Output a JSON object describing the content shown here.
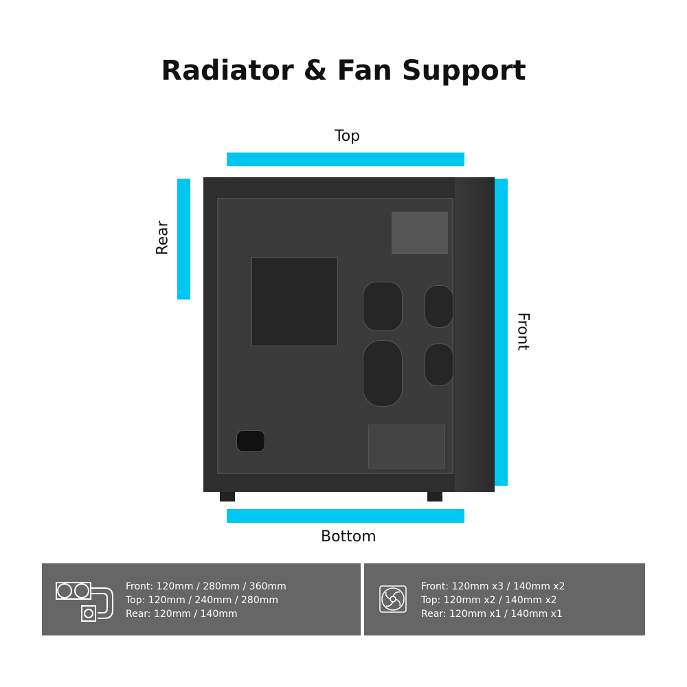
{
  "title": "Radiator & Fan Support",
  "labels": {
    "top": "Top",
    "bottom": "Bottom",
    "rear": "Rear",
    "front": "Front"
  },
  "accent_color": "#00c6f2",
  "radiator_panel": {
    "icon": "aio-radiator-icon",
    "lines": [
      "Front: 120mm / 280mm / 360mm",
      "Top: 120mm / 240mm / 280mm",
      "Rear: 120mm / 140mm"
    ]
  },
  "fan_panel": {
    "icon": "fan-icon",
    "lines": [
      "Front: 120mm x3 / 140mm x2",
      "Top: 120mm x2 / 140mm x2",
      "Rear: 120mm x1 / 140mm x1"
    ]
  }
}
